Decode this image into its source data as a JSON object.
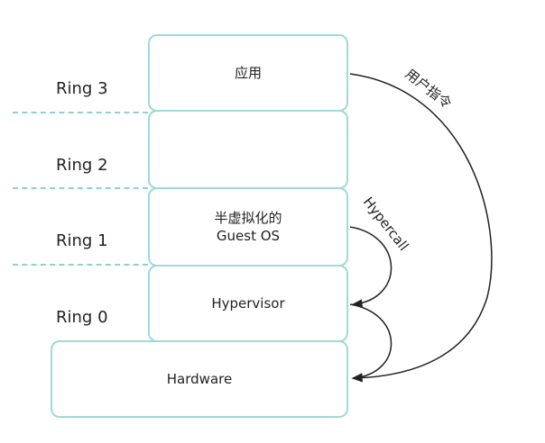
{
  "rings": [
    {
      "label": "Ring 3"
    },
    {
      "label": "Ring 2"
    },
    {
      "label": "Ring 1"
    },
    {
      "label": "Ring 0"
    }
  ],
  "boxes": {
    "app": "应用",
    "ring2": "",
    "guest_os_line1": "半虚拟化的",
    "guest_os_line2": "Guest OS",
    "hypervisor": "Hypervisor",
    "hardware": "Hardware"
  },
  "arrows": {
    "user_instruction": "用户指令",
    "hypercall": "Hypercall"
  },
  "colors": {
    "box_border": "#9fd9d9",
    "dash": "#8fd0d0",
    "arrow": "#222222"
  }
}
